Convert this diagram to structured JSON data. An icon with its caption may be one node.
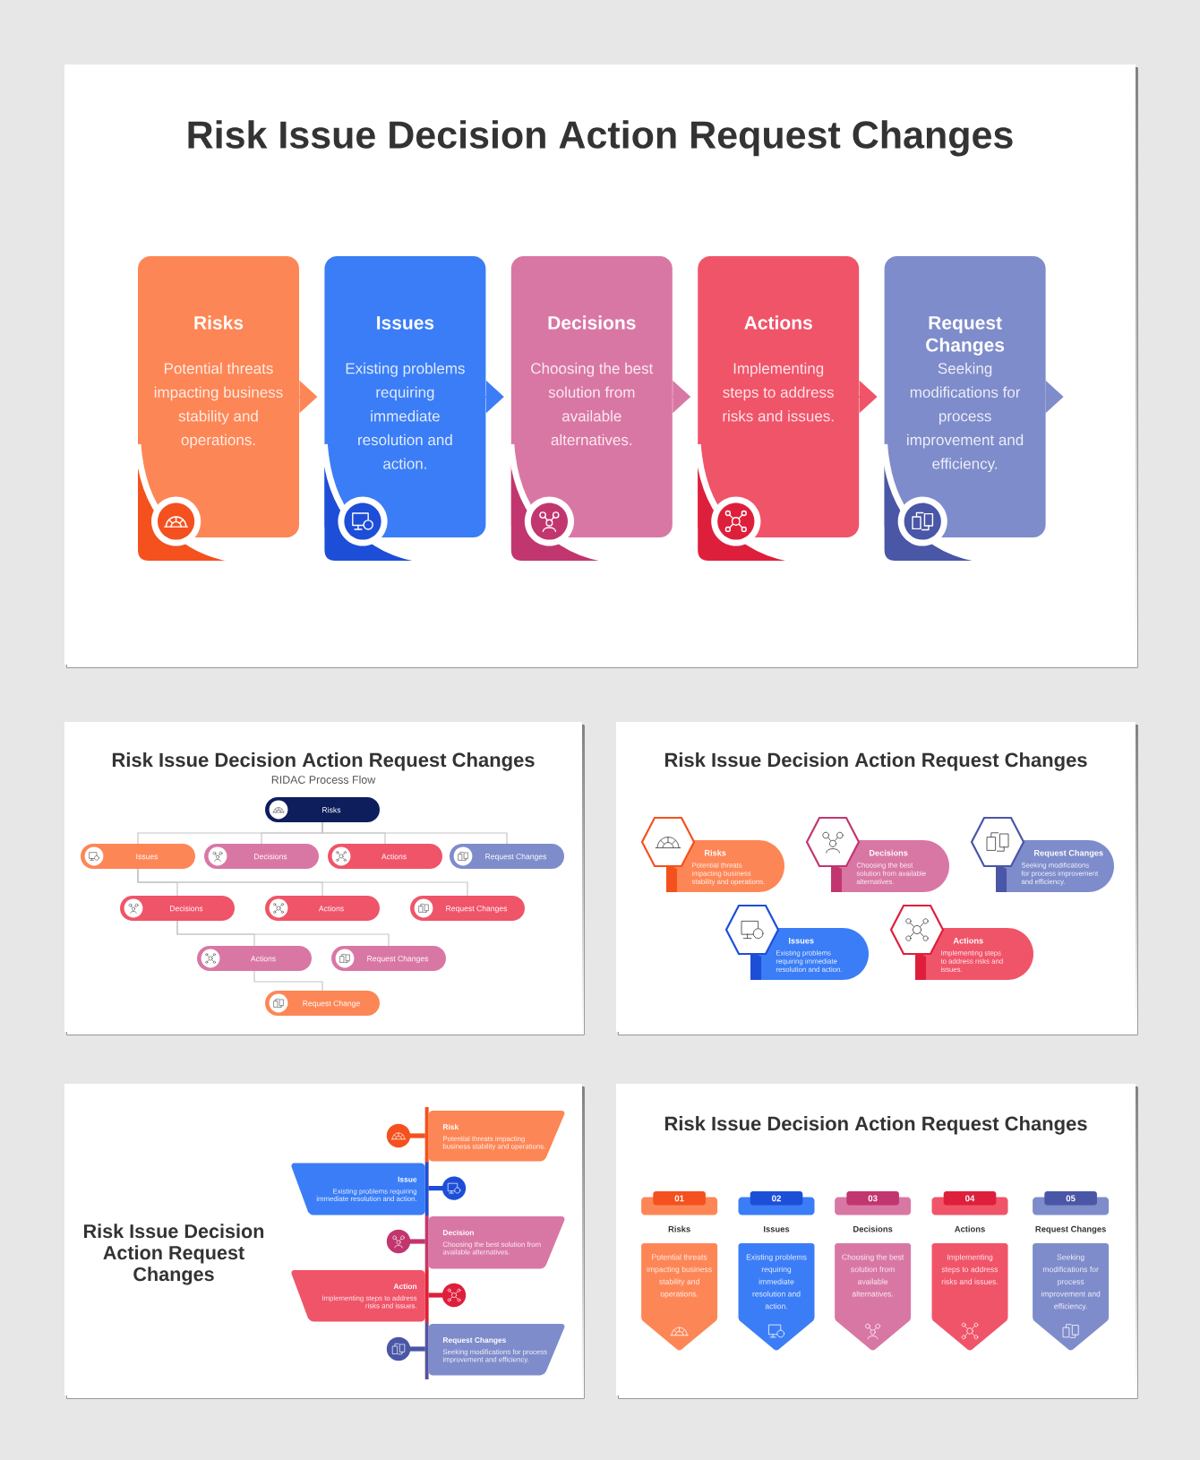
{
  "diagram": {
    "nodes": [
      {
        "text": [
          "Risk Issue Decision Action Request Changes"
        ]
      },
      {
        "text": [
          "Risks",
          "Potential threats impacting business stability and operations."
        ],
        "in": 0
      },
      {
        "text": [
          "Issues",
          "Existing problems requiring immediate resolution and action."
        ],
        "in": 0
      },
      {
        "text": [
          "Decisions",
          "Choosing the best solution from available alternatives."
        ],
        "in": 0
      },
      {
        "text": [
          "Actions",
          "Implementing steps to address risks and issues."
        ],
        "in": 0
      },
      {
        "text": [
          "Request Changes",
          "Seeking modifications for process improvement and efficiency."
        ],
        "in": 0
      },
      {
        "text": [
          "Risk Issue Decision Action Request Changes",
          "RIDAC Process Flow"
        ]
      },
      {
        "text": [
          "Risks"
        ],
        "in": 6
      },
      {
        "text": [
          "Issues"
        ],
        "in": 6
      },
      {
        "text": [
          "Decisions"
        ],
        "in": 6
      },
      {
        "text": [
          "Actions"
        ],
        "in": 6
      },
      {
        "text": [
          "Request Changes"
        ],
        "in": 6
      },
      {
        "text": [
          "Decisions"
        ],
        "in": 6
      },
      {
        "text": [
          "Actions"
        ],
        "in": 6
      },
      {
        "text": [
          "Request Changes"
        ],
        "in": 6
      },
      {
        "text": [
          "Actions"
        ],
        "in": 6
      },
      {
        "text": [
          "Request Changes"
        ],
        "in": 6
      },
      {
        "text": [
          "Request Change"
        ],
        "in": 6
      },
      {
        "text": [
          "Risk Issue Decision Action Request Changes"
        ]
      },
      {
        "text": [
          "Risks",
          "Potential threats impacting business stability and operations."
        ],
        "in": 18
      },
      {
        "text": [
          "Decisions",
          "Choosing the best solution from available alternatives."
        ],
        "in": 18
      },
      {
        "text": [
          "Request Changes",
          "Seeking modifications for process improvement and efficiency."
        ],
        "in": 18
      },
      {
        "text": [
          "Issues",
          "Existing problems requiring immediate resolution and action."
        ],
        "in": 18
      },
      {
        "text": [
          "Actions",
          "Implementing steps to address risks and issues."
        ],
        "in": 18
      },
      {
        "text": [
          "Risk Issue Decision Action Request Changes"
        ]
      },
      {
        "text": [],
        "shape": "bar",
        "in": 24
      },
      {
        "text": [
          "Risk",
          "Potential threats impacting business stability and operations."
        ],
        "in": 24
      },
      {
        "text": [
          "Issue",
          "Existing problems requiring immediate resolution and action."
        ],
        "in": 24
      },
      {
        "text": [
          "Decision",
          "Choosing the best solution from available alternatives."
        ],
        "in": 24
      },
      {
        "text": [
          "Action",
          "Implementing steps to address risks and issues."
        ],
        "in": 24
      },
      {
        "text": [
          "Request Changes",
          "Seeking modifications for process improvement and efficiency."
        ],
        "in": 24
      },
      {
        "text": [
          "Risk Issue Decision Action Request Changes"
        ]
      },
      {
        "text": [
          "01"
        ],
        "in": 31
      },
      {
        "text": [
          "Risks",
          "Potential threats impacting business stability and operations."
        ],
        "in": 31
      },
      {
        "text": [
          "02"
        ],
        "in": 31
      },
      {
        "text": [
          "Issues",
          "Existing problems requiring immediate resolution and action."
        ],
        "in": 31
      },
      {
        "text": [
          "03"
        ],
        "in": 31
      },
      {
        "text": [
          "Decisions",
          "Choosing the best solution from available alternatives."
        ],
        "in": 31
      },
      {
        "text": [
          "04"
        ],
        "in": 31
      },
      {
        "text": [
          "Actions",
          "Implementing steps to address risks and issues."
        ],
        "in": 31
      },
      {
        "text": [
          "05"
        ],
        "in": 31
      },
      {
        "text": [
          "Request Changes",
          "Seeking modifications for process improvement and efficiency."
        ],
        "in": 31
      }
    ],
    "edges": [
      {
        "from": 1,
        "to": 2,
        "arrow": "to",
        "color": "#fd8656"
      },
      {
        "from": 2,
        "to": 3,
        "arrow": "to",
        "color": "#3b7df6"
      },
      {
        "from": 3,
        "to": 4,
        "arrow": "to",
        "color": "#d977a4"
      },
      {
        "from": 4,
        "to": 5,
        "arrow": "to",
        "color": "#f05469"
      },
      {
        "from": 5,
        "to": null,
        "arrow": "to",
        "color": "#7f8ccb"
      },
      {
        "from": 7,
        "to": 8,
        "arrow": "none"
      },
      {
        "from": 7,
        "to": 9,
        "arrow": "none"
      },
      {
        "from": 7,
        "to": 10,
        "arrow": "none"
      },
      {
        "from": 7,
        "to": 11,
        "arrow": "none"
      },
      {
        "from": 8,
        "to": 12,
        "arrow": "none"
      },
      {
        "from": 8,
        "to": 13,
        "arrow": "none"
      },
      {
        "from": 8,
        "to": 14,
        "arrow": "none"
      },
      {
        "from": 12,
        "to": 15,
        "arrow": "none"
      },
      {
        "from": 12,
        "to": 16,
        "arrow": "none"
      },
      {
        "from": 15,
        "to": 17,
        "arrow": "none"
      }
    ]
  }
}
